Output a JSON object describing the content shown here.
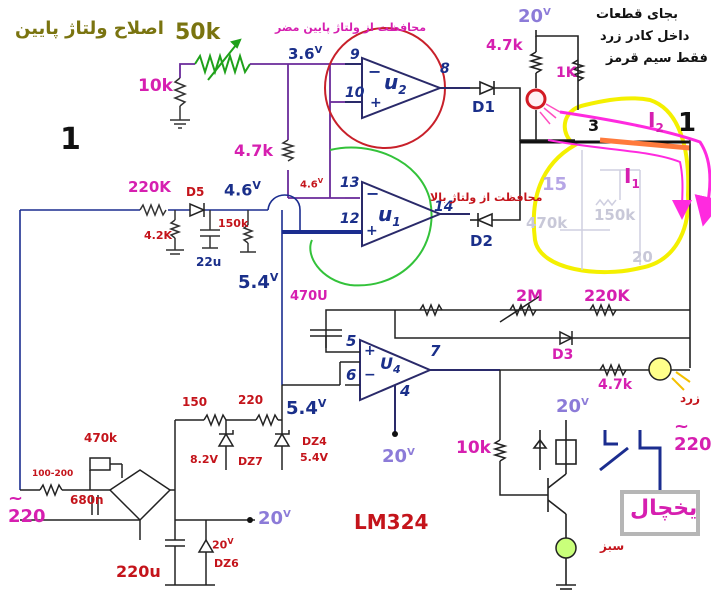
{
  "title": "LM324",
  "heading_fa": "اصلاح ولتاژ پایین",
  "pot_label": "50k",
  "note_fa": {
    "line1": "بجای قطعات",
    "line2": "داخل کادر زرد",
    "line3": "فقط سیم قرمز"
  },
  "opamps": {
    "u2": "u",
    "u2_sub": "2",
    "u1": "u",
    "u1_sub": "1",
    "u4": "U",
    "u4_sub": "4"
  },
  "pins": {
    "p9": "9",
    "p10": "10",
    "p8": "8",
    "p13": "13",
    "p12": "12",
    "p14": "14",
    "p5": "5",
    "p6": "6",
    "p7": "7",
    "p4": "4"
  },
  "annotations": {
    "low_protect_fa": "محافظت از ولتاژ پایین مضر",
    "high_protect_fa": "محافظت از ولتاژ بالا",
    "yellow_fa": "زرد",
    "green_fa": "سبز",
    "fridge_fa": "یخچال"
  },
  "voltages": {
    "v36": "3.6",
    "v46_left": "4.6",
    "v46_small": "4.6",
    "v54_mid": "5.4",
    "v54_low": "5.4",
    "v20_top": "20",
    "v20_mid": "20",
    "v20_bottom": "20",
    "v20_right": "20",
    "v20_dz6": "20",
    "v82": "8.2V",
    "v54_dz4": "5.4V",
    "unit_v": "V"
  },
  "components": {
    "r10k_top": "10k",
    "r47k_top": "4.7k",
    "r1k": "1K",
    "d1": "D1",
    "d2": "D2",
    "d3": "D3",
    "d5": "D5",
    "r47k_mid": "4.7k",
    "r220k": "220K",
    "r42k": "4.2K",
    "r150k": "150k",
    "c22u": "22u",
    "c470u": "470U",
    "r2m": "2M",
    "r220k_fb": "220K",
    "r47k_led": "4.7k",
    "r10k_base": "10k",
    "r470k": "470k",
    "r100_200": "100-200",
    "c680n": "680n",
    "c220u": "220u",
    "r150": "150",
    "r220": "220",
    "dz7": "DZ7",
    "dz4": "DZ4",
    "dz6": "DZ6",
    "ac220_left": "220",
    "ac220_right": "220",
    "i1": "I",
    "i1_sub": "1",
    "i2": "I",
    "i2_sub": "2",
    "num1_left": "1",
    "num1_right": "1",
    "num3": "3",
    "g15": "15",
    "g470k": "470k",
    "g150k": "150k",
    "g20": "20"
  },
  "colors": {
    "wire_purple": "#6a2a9a",
    "wire_blue": "#1b2d8f",
    "circle_red": "#c8202a",
    "circle_green": "#33c23a",
    "highlight_yellow": "#f4f000",
    "arrow_magenta": "#ff2adf",
    "wire_orange": "#ff7a3c"
  }
}
